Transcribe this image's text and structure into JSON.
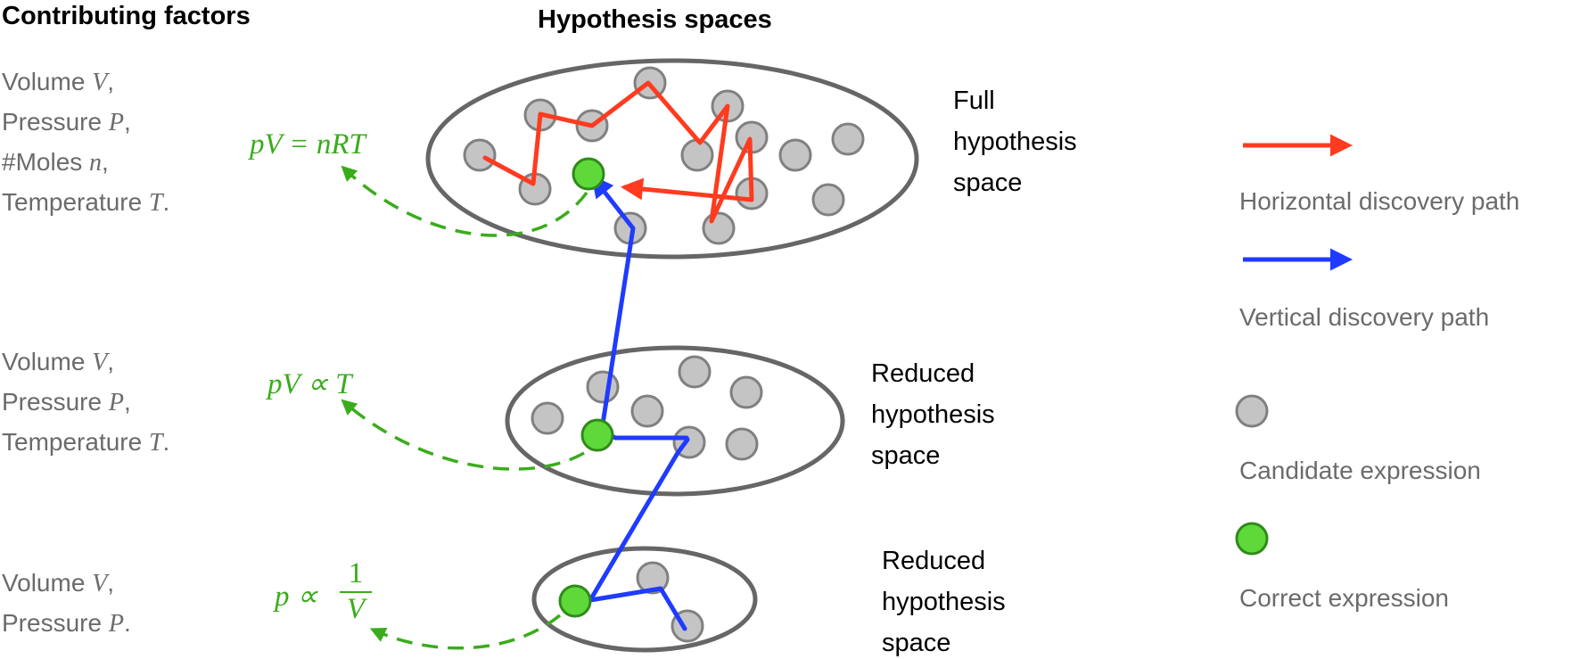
{
  "headers": {
    "factors": "Contributing factors",
    "spaces": "Hypothesis spaces"
  },
  "levels": [
    {
      "factors": [
        {
          "name": "Volume",
          "symbol": "V",
          "end": ","
        },
        {
          "name": "Pressure",
          "symbol": "P",
          "end": ","
        },
        {
          "name": "#Moles",
          "symbol": "n",
          "end": ","
        },
        {
          "name": "Temperature",
          "symbol": "T",
          "end": "."
        }
      ],
      "formula": "pV = nRT",
      "space_label": [
        "Full",
        "hypothesis",
        "space"
      ]
    },
    {
      "factors": [
        {
          "name": "Volume",
          "symbol": "V",
          "end": ","
        },
        {
          "name": "Pressure",
          "symbol": "P",
          "end": ","
        },
        {
          "name": "Temperature",
          "symbol": "T",
          "end": "."
        }
      ],
      "formula": "pV ∝ T",
      "space_label": [
        "Reduced",
        "hypothesis",
        "space"
      ]
    },
    {
      "factors": [
        {
          "name": "Volume",
          "symbol": "V",
          "end": ","
        },
        {
          "name": "Pressure",
          "symbol": "P",
          "end": "."
        }
      ],
      "formula_prefix": "p ∝",
      "formula_num": "1",
      "formula_den": "V",
      "space_label": [
        "Reduced",
        "hypothesis",
        "space"
      ]
    }
  ],
  "legend": {
    "horizontal": "Horizontal discovery path",
    "vertical": "Vertical discovery path",
    "candidate": "Candidate expression",
    "correct": "Correct expression"
  },
  "colors": {
    "horizontal_path": "#ff3b1f",
    "vertical_path": "#1f3bff",
    "candidate_fill": "#c4c4c4",
    "candidate_stroke": "#808080",
    "correct_fill": "#5fd93a",
    "correct_stroke": "#2f8a1a",
    "formula": "#3aac1c",
    "ellipse_stroke": "#666666",
    "factor_text": "#6b6b6b"
  }
}
